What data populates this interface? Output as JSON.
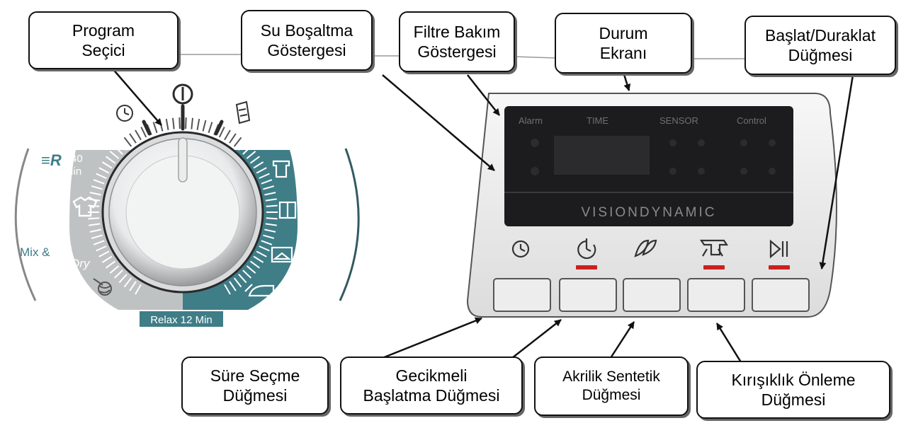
{
  "callouts": {
    "program_selector": [
      "Program",
      "Seçici"
    ],
    "drain_indicator": [
      "Su Boşaltma",
      "Göstergesi"
    ],
    "filter_indicator": [
      "Filtre Bakım",
      "Göstergesi"
    ],
    "status_display": [
      "Durum",
      "Ekranı"
    ],
    "start_pause": [
      "Başlat/Duraklat",
      "Düğmesi"
    ],
    "time_select": [
      "Süre Seçme",
      "Düğmesi"
    ],
    "delay_start": [
      "Gecikmeli",
      "Başlatma Düğmesi"
    ],
    "acrylic_synthetic": [
      "Akrilik Sentetik",
      "Düğmesi"
    ],
    "anti_crease": [
      "Kırışıklık Önleme",
      "Düğmesi"
    ]
  },
  "display": {
    "labels": [
      "Alarm",
      "TIME",
      "SENSOR",
      "Control"
    ],
    "brand": "VISIONDYNAMIC"
  },
  "dial": {
    "labels": {
      "min40_a": "40",
      "min40_b": "Min",
      "r_logo": "≡R",
      "mix": "Mix &",
      "dry": "Dry",
      "relax": "Relax 12 Min"
    }
  },
  "buttons": [
    {
      "icon": "clock-icon",
      "indicator": false
    },
    {
      "icon": "delay-clock-icon",
      "indicator": true
    },
    {
      "icon": "feather-icon",
      "indicator": false
    },
    {
      "icon": "shirt-iron-icon",
      "indicator": true
    },
    {
      "icon": "play-pause-icon",
      "indicator": true
    }
  ],
  "colors": {
    "teal": "#3f7d87",
    "gray_band": "#b9bcbd",
    "indicator_red": "#cc2020",
    "display_bg": "#1c1c1e"
  }
}
